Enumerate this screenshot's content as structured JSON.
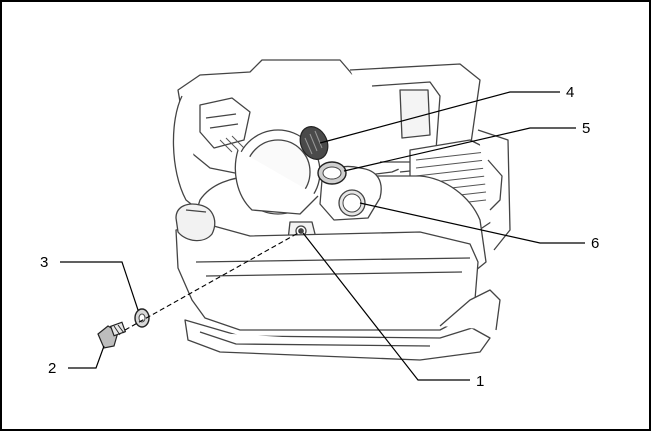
{
  "figure": {
    "callouts": [
      {
        "id": "callout-1",
        "label": "1"
      },
      {
        "id": "callout-2",
        "label": "2"
      },
      {
        "id": "callout-3",
        "label": "3"
      },
      {
        "id": "callout-4",
        "label": "4"
      },
      {
        "id": "callout-5",
        "label": "5"
      },
      {
        "id": "callout-6",
        "label": "6"
      }
    ],
    "colors": {
      "line": "#000000",
      "dark_fill": "#4a4a4a",
      "mid_fill": "#9a9a9a",
      "light_fill": "#dcdcdc",
      "background": "#ffffff"
    }
  }
}
